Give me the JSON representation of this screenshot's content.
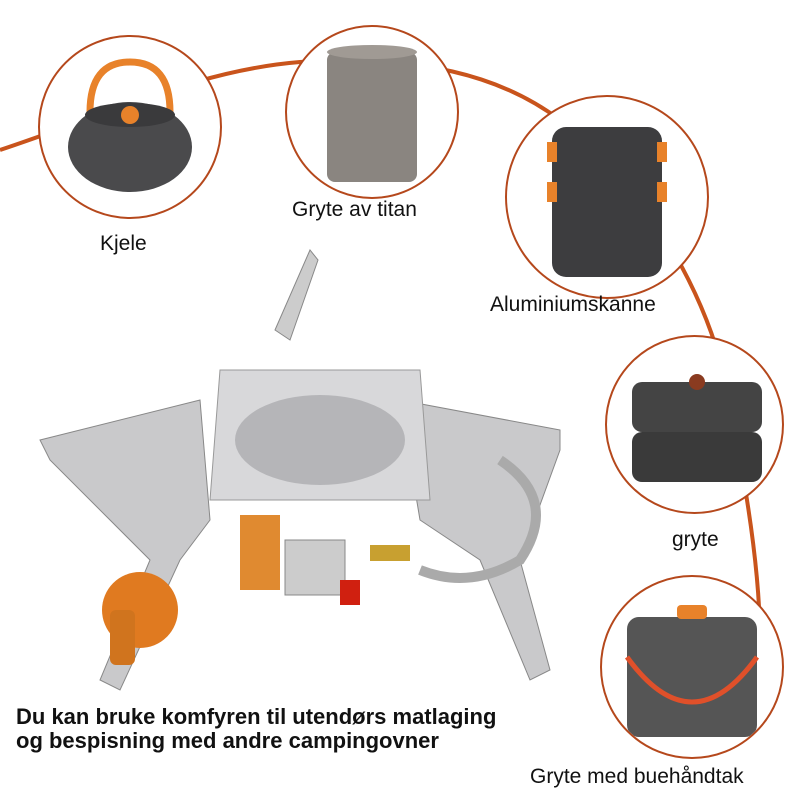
{
  "products": [
    {
      "label": "Kjele"
    },
    {
      "label": "Gryte av titan"
    },
    {
      "label": "Aluminiumskanne"
    },
    {
      "label": "gryte"
    },
    {
      "label": "Gryte med buehåndtak"
    }
  ],
  "caption": {
    "line1": "Du kan bruke komfyren til utendørs matlaging",
    "line2": "og bespisning med andre campingovner"
  },
  "colors": {
    "accent": "#c9541c",
    "pot": "#4a4a4c",
    "orange": "#e8822a"
  }
}
